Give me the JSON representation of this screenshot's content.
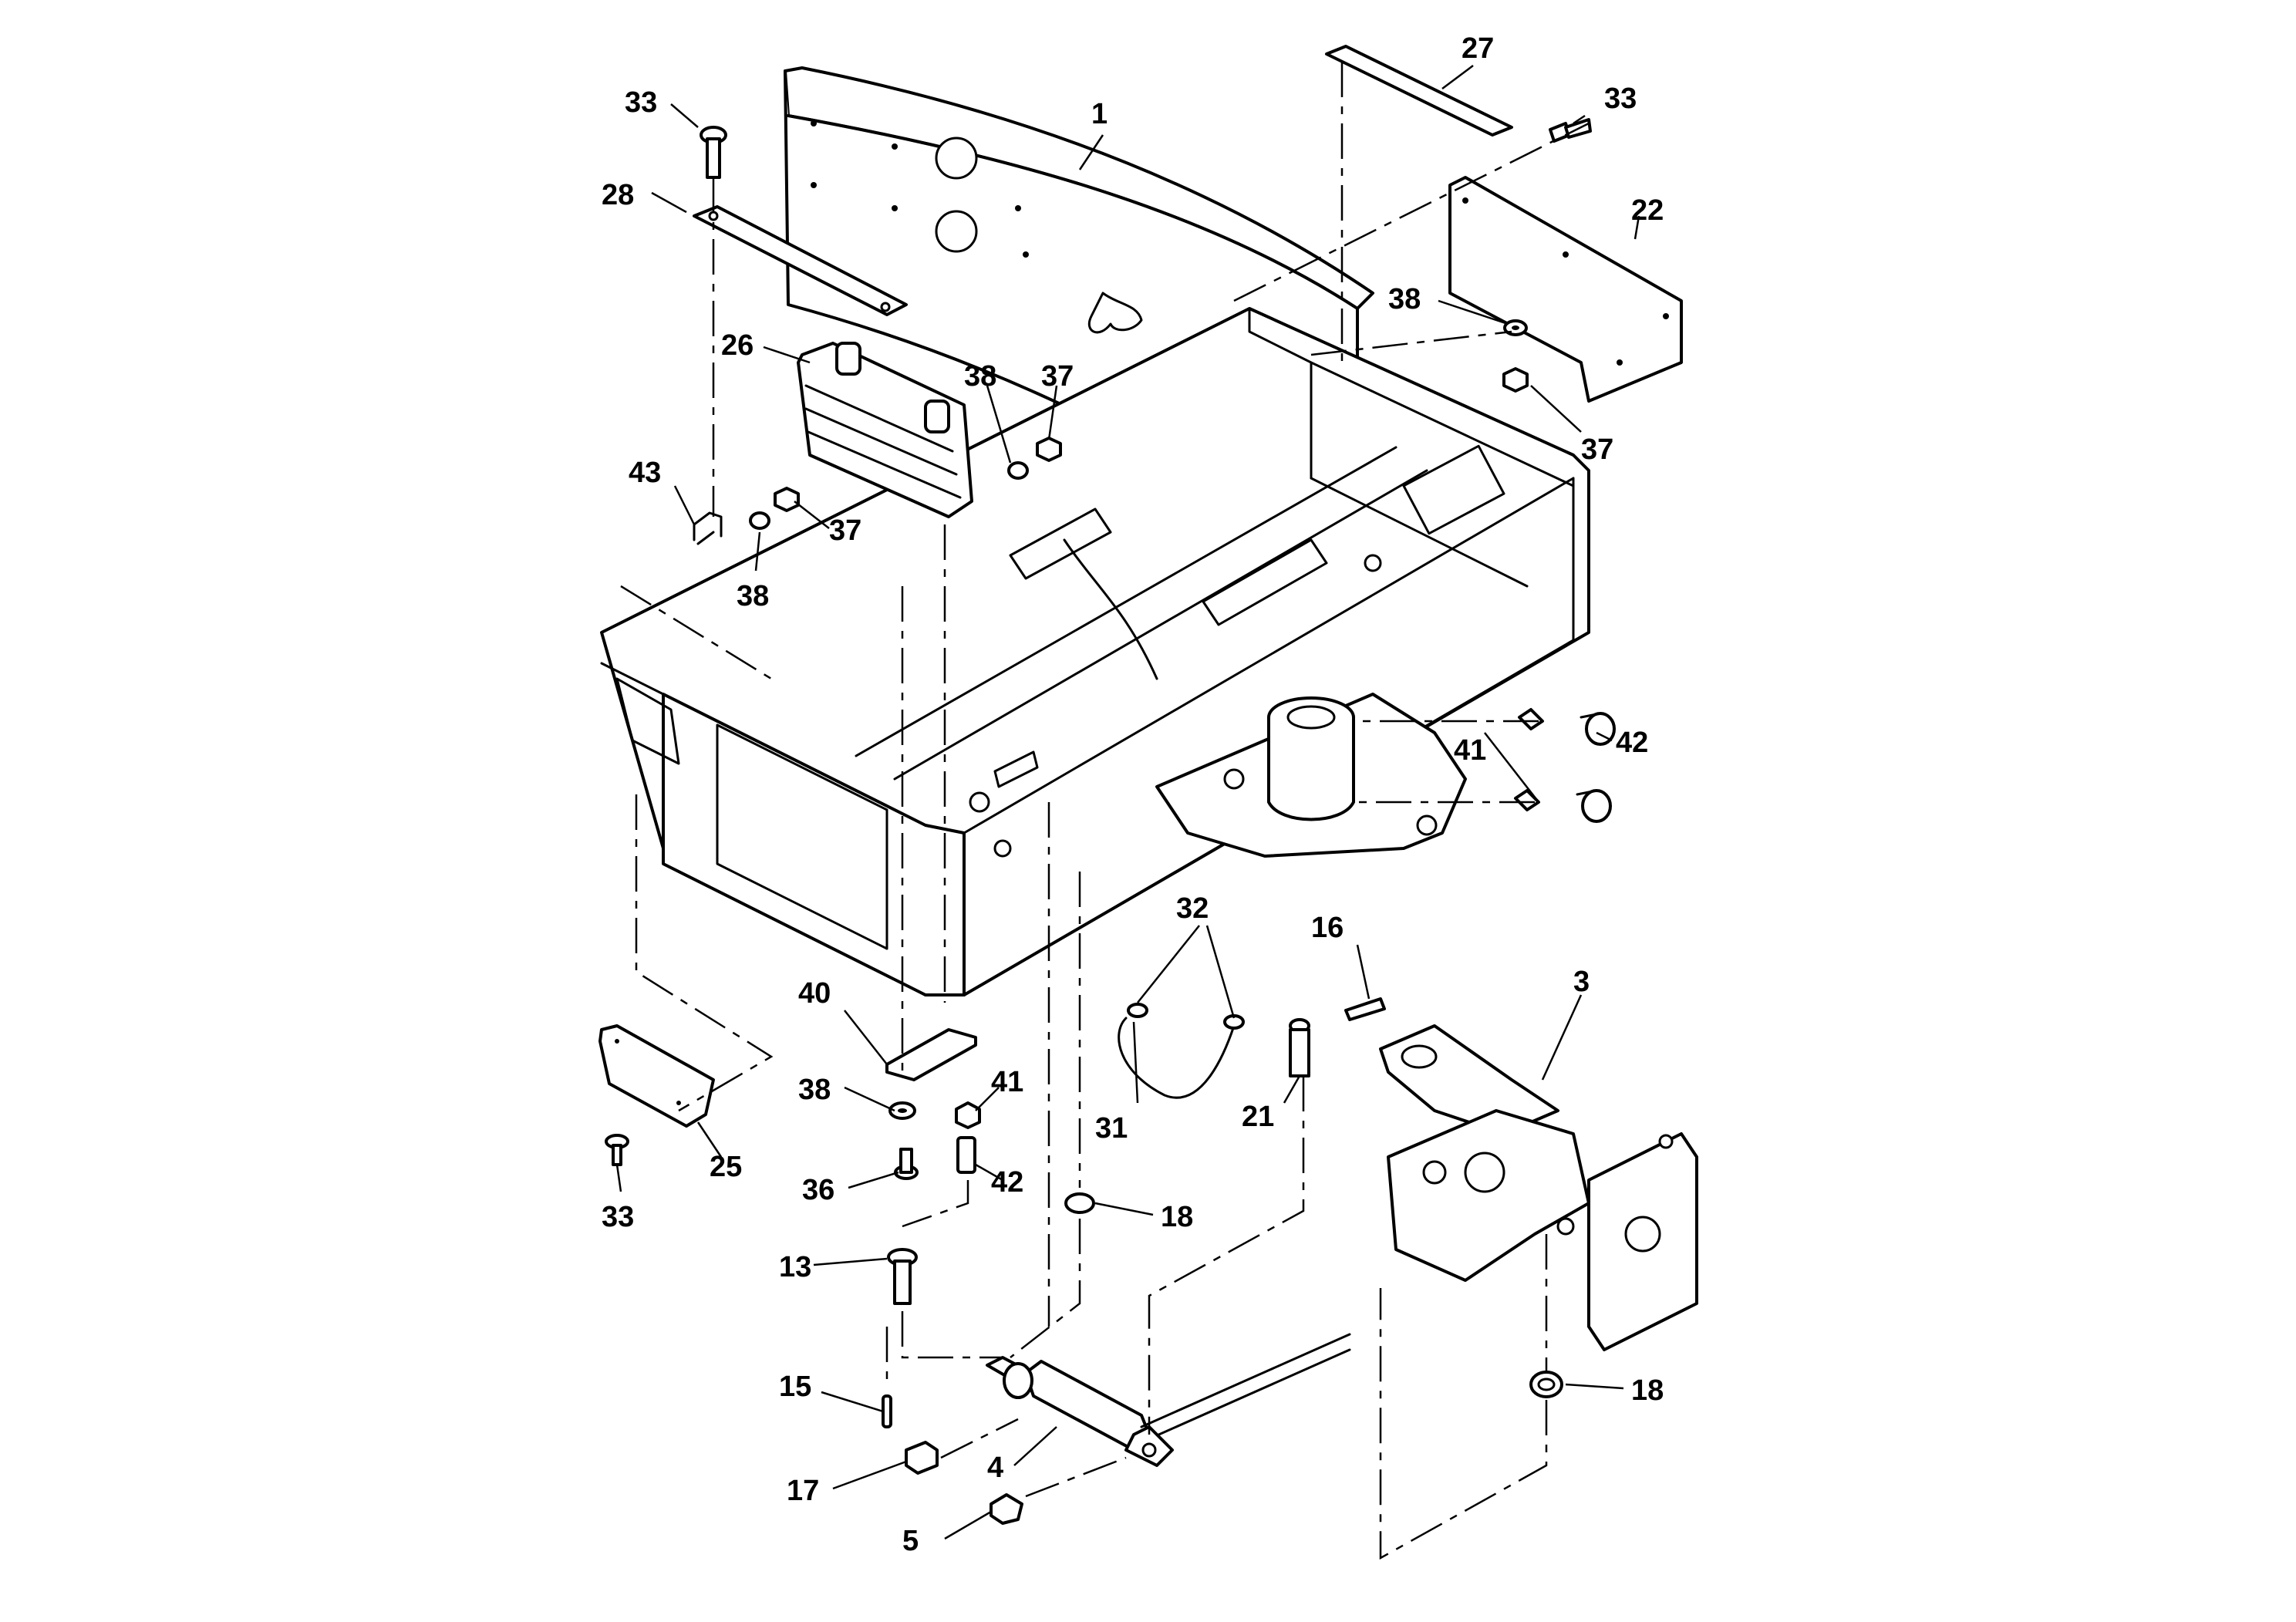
{
  "callouts": [
    {
      "id": "c-1",
      "label": "1"
    },
    {
      "id": "c-27",
      "label": "27"
    },
    {
      "id": "c-33a",
      "label": "33"
    },
    {
      "id": "c-33b",
      "label": "33"
    },
    {
      "id": "c-28",
      "label": "28"
    },
    {
      "id": "c-22",
      "label": "22"
    },
    {
      "id": "c-38a",
      "label": "38"
    },
    {
      "id": "c-26",
      "label": "26"
    },
    {
      "id": "c-38b",
      "label": "38"
    },
    {
      "id": "c-37a",
      "label": "37"
    },
    {
      "id": "c-37b",
      "label": "37"
    },
    {
      "id": "c-43",
      "label": "43"
    },
    {
      "id": "c-37c",
      "label": "37"
    },
    {
      "id": "c-38c",
      "label": "38"
    },
    {
      "id": "c-41a",
      "label": "41"
    },
    {
      "id": "c-42a",
      "label": "42"
    },
    {
      "id": "c-32",
      "label": "32"
    },
    {
      "id": "c-16",
      "label": "16"
    },
    {
      "id": "c-3",
      "label": "3"
    },
    {
      "id": "c-40",
      "label": "40"
    },
    {
      "id": "c-38d",
      "label": "38"
    },
    {
      "id": "c-41b",
      "label": "41"
    },
    {
      "id": "c-31",
      "label": "31"
    },
    {
      "id": "c-21",
      "label": "21"
    },
    {
      "id": "c-36",
      "label": "36"
    },
    {
      "id": "c-42b",
      "label": "42"
    },
    {
      "id": "c-25",
      "label": "25"
    },
    {
      "id": "c-33c",
      "label": "33"
    },
    {
      "id": "c-18a",
      "label": "18"
    },
    {
      "id": "c-13",
      "label": "13"
    },
    {
      "id": "c-15",
      "label": "15"
    },
    {
      "id": "c-4",
      "label": "4"
    },
    {
      "id": "c-17",
      "label": "17"
    },
    {
      "id": "c-5",
      "label": "5"
    },
    {
      "id": "c-18b",
      "label": "18"
    }
  ]
}
